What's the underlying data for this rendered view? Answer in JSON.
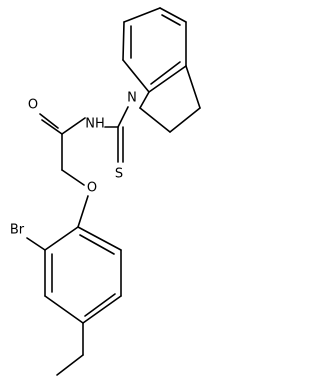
{
  "molecule": {
    "atoms": {
      "oxygen_carbonyl": "O",
      "nh": "NH",
      "n_indoline": "N",
      "sulfur": "S",
      "oxygen_ether": "O",
      "bromine": "Br"
    }
  }
}
